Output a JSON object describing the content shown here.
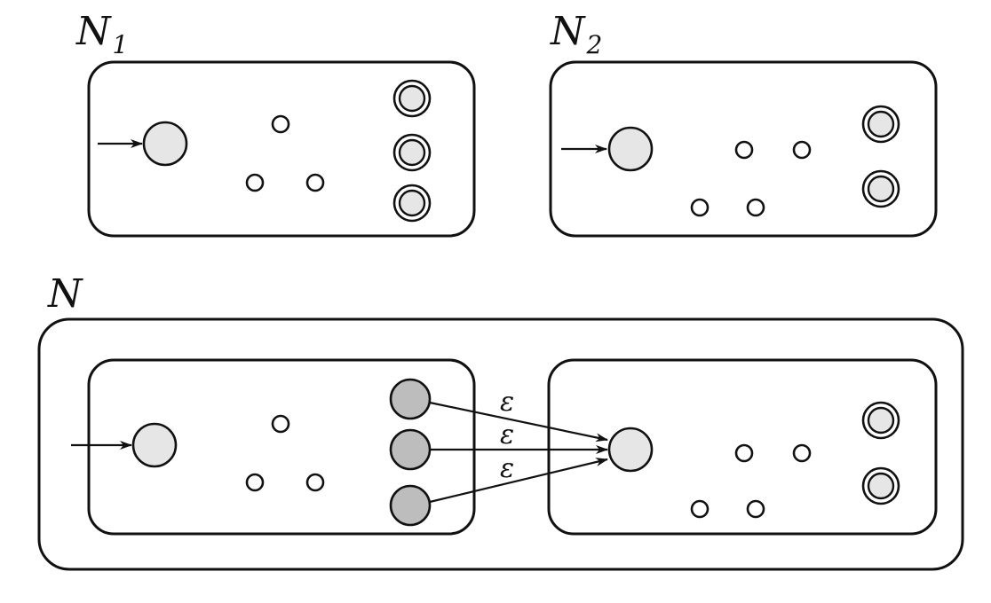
{
  "labels": {
    "n1": {
      "main": "N",
      "sub": "1"
    },
    "n2": {
      "main": "N",
      "sub": "2"
    },
    "n": {
      "main": "N"
    }
  },
  "transitions": {
    "epsilon": [
      "ε",
      "ε",
      "ε"
    ]
  },
  "colors": {
    "stroke": "#111111",
    "state_fill": "#e6e6e6",
    "shaded_final_fill": "#bdbdbd",
    "background": "#ffffff"
  }
}
